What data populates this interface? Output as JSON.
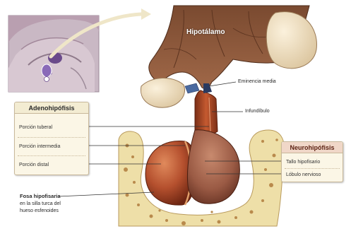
{
  "title_hypothalamus": "Hipotálamo",
  "labels": {
    "eminencia_media": "Eminencia media",
    "infundibulo": "Infundíbulo",
    "fosa_title": "Fosa hipofisaria",
    "fosa_sub1": "en la silla turca del",
    "fosa_sub2": "hueso esfenoides"
  },
  "adeno": {
    "header": "Adenohipófisis",
    "rows": [
      "Porción tuberal",
      "Porción intermedia",
      "Porción distal"
    ]
  },
  "neuro": {
    "header": "Neurohipófisis",
    "rows": [
      "Tallo hipofisario",
      "Lóbulo nervioso"
    ]
  },
  "colors": {
    "hypothalamus": "#8a5a3c",
    "anterior_lobe": "#b5502e",
    "posterior_lobe": "#9a5a44",
    "bone": "#eedfa8",
    "bone_spots": "#b98a4c",
    "inset_bg": "#c9b8c4",
    "neuro_header": "#f0d7c8"
  }
}
